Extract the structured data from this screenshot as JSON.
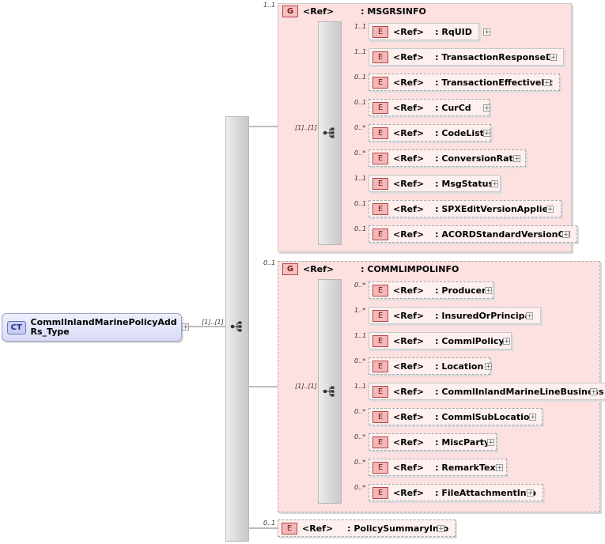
{
  "diagram": {
    "root": {
      "badge": "CT",
      "name": "CommlInlandMarinePolicyAddRs_Type",
      "card": "[1]..[1]"
    },
    "ref_label": "<Ref>",
    "expander_glyph": "+",
    "groups": [
      {
        "badge": "G",
        "name": ": MSGRSINFO",
        "card": "1..1",
        "seq_card": "[1]..[1]",
        "elements": [
          {
            "name": ": RqUID",
            "card": "1..1"
          },
          {
            "name": ": TransactionResponseDt",
            "card": "1..1"
          },
          {
            "name": ": TransactionEffectiveDt",
            "card": "0..1"
          },
          {
            "name": ": CurCd",
            "card": "0..1"
          },
          {
            "name": ": CodeList",
            "card": "0..*"
          },
          {
            "name": ": ConversionRate",
            "card": "0..*"
          },
          {
            "name": ": MsgStatus",
            "card": "1..1"
          },
          {
            "name": ": SPXEditVersionApplied",
            "card": "0..1"
          },
          {
            "name": ": ACORDStandardVersionCd",
            "card": "0..1"
          }
        ]
      },
      {
        "badge": "G",
        "name": ": COMMLIMPOLINFO",
        "card": "0..1",
        "seq_card": "[1]..[1]",
        "elements": [
          {
            "name": ": Producer",
            "card": "0..*"
          },
          {
            "name": ": InsuredOrPrincipal",
            "card": "1..*"
          },
          {
            "name": ": CommlPolicy",
            "card": "1..1"
          },
          {
            "name": ": Location",
            "card": "0..*"
          },
          {
            "name": ": CommlInlandMarineLineBusiness",
            "card": "1..1"
          },
          {
            "name": ": CommlSubLocation",
            "card": "0..*"
          },
          {
            "name": ": MiscParty",
            "card": "0..*"
          },
          {
            "name": ": RemarkText",
            "card": "0..*"
          },
          {
            "name": ": FileAttachmentInfo",
            "card": "0..*"
          }
        ]
      }
    ],
    "tail_element": {
      "badge": "E",
      "name": ": PolicySummaryInfo",
      "card": "0..1"
    },
    "element_badge": "E"
  }
}
